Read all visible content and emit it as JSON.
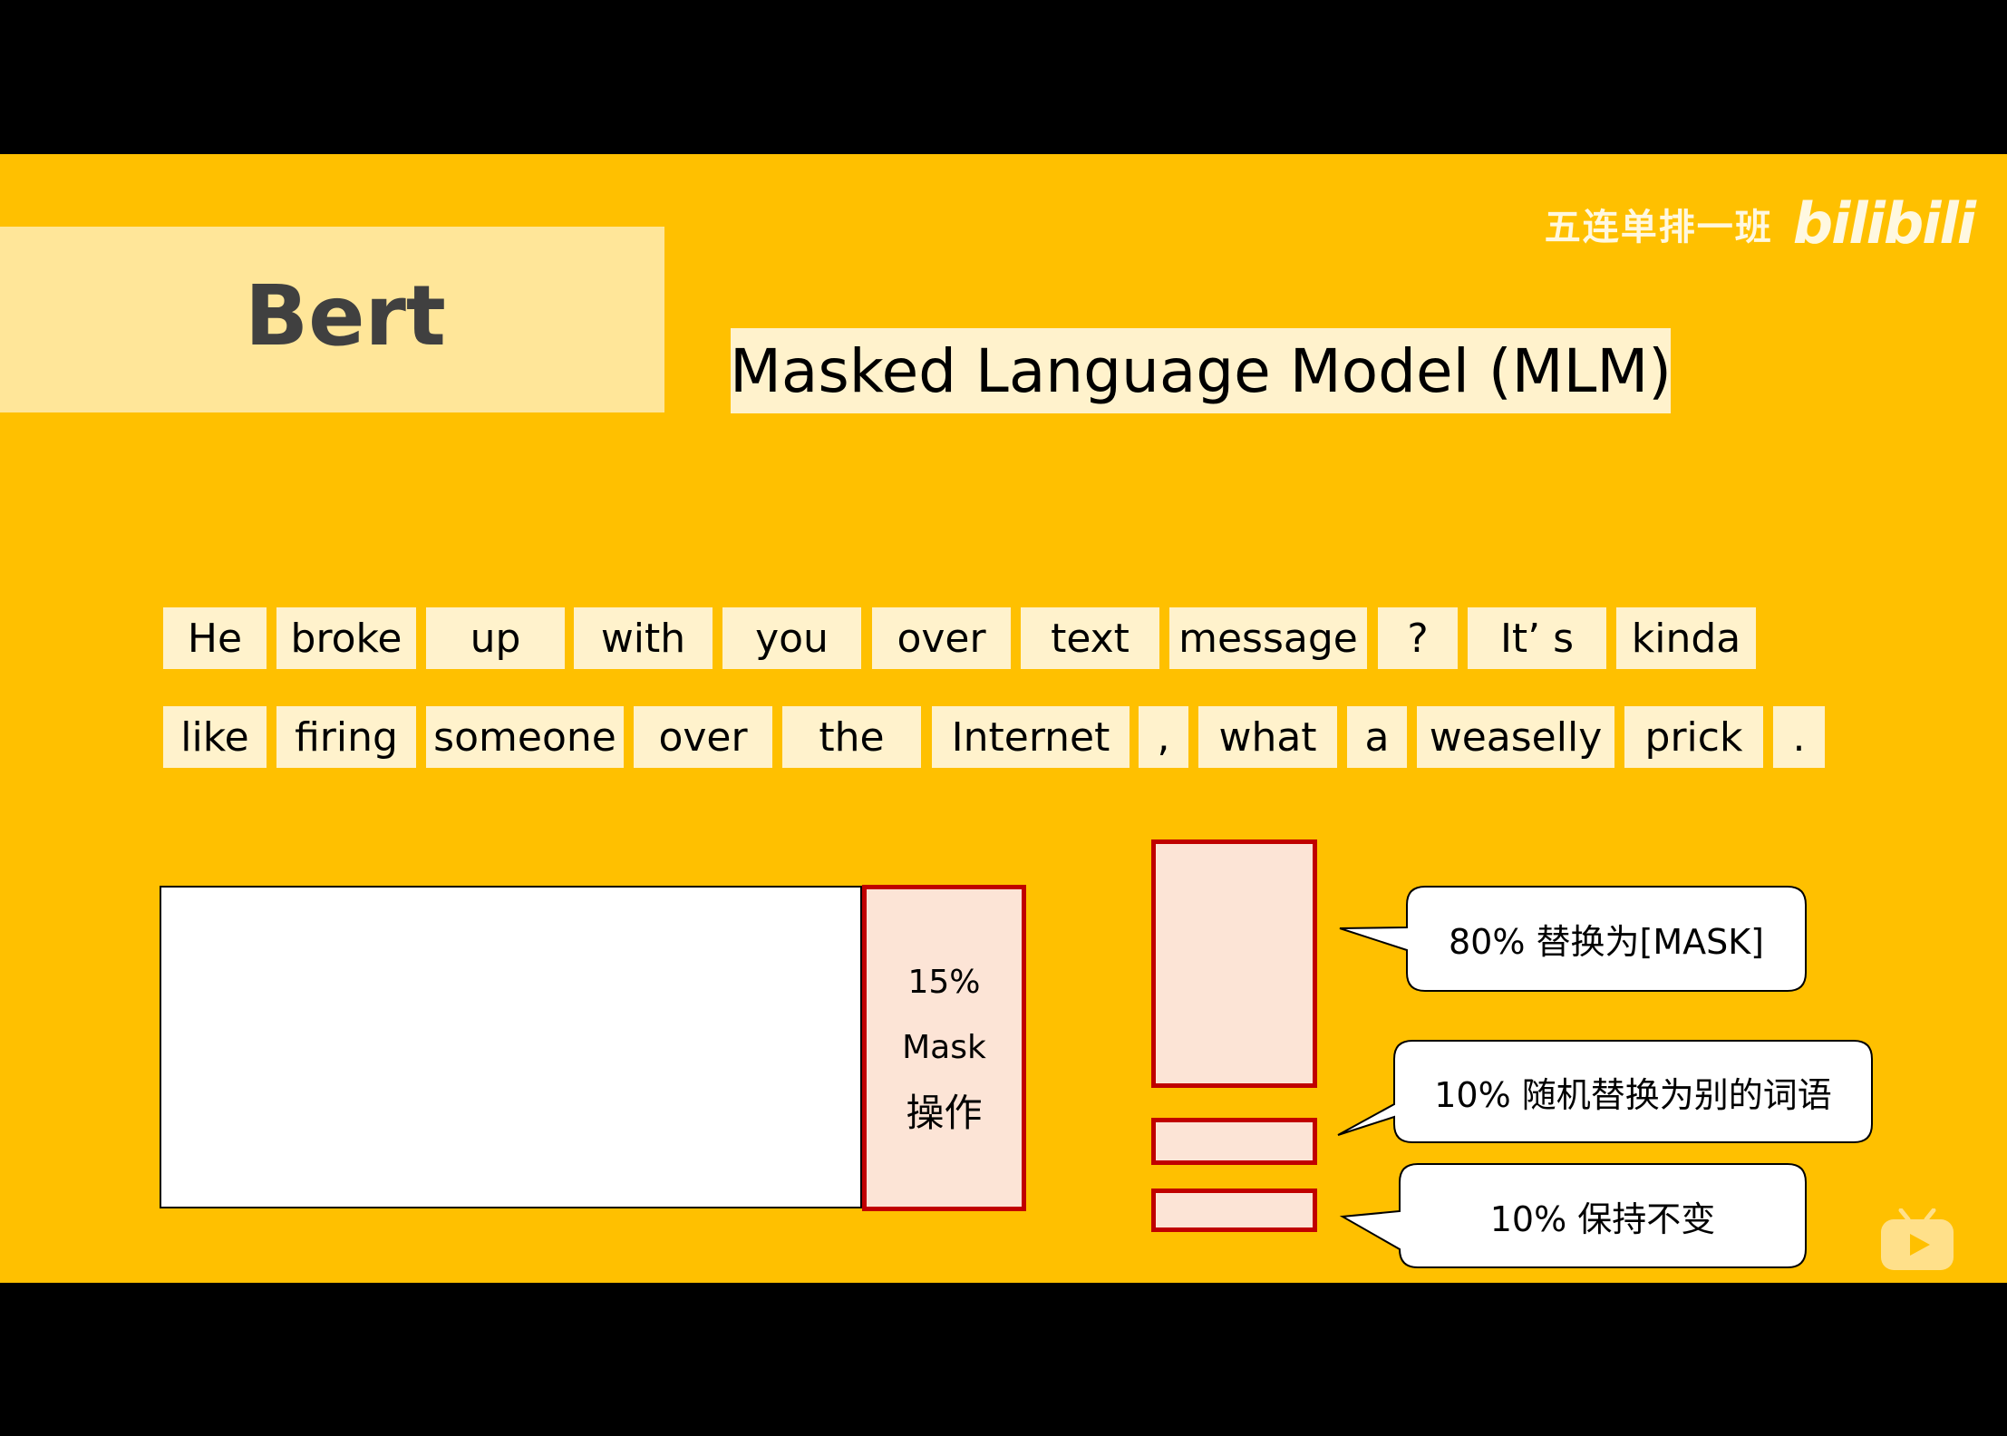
{
  "slide": {
    "title": "Bert",
    "subtitle": "Masked Language Model (MLM)"
  },
  "watermark": {
    "channel": "五连单排一班",
    "logo": "bilibili"
  },
  "sentence": {
    "row1": [
      "He",
      "broke",
      "up",
      "with",
      "you",
      "over",
      "text",
      "message",
      "?",
      "It’ s",
      "kinda"
    ],
    "row2": [
      "like",
      "firing",
      "someone",
      "over",
      "the",
      "Internet",
      ",",
      "what",
      "a",
      "weaselly",
      "prick",
      "."
    ]
  },
  "mask_block": {
    "percent": "15%",
    "label": "Mask",
    "label_cn": "操作"
  },
  "callouts": [
    {
      "text": "80% 替换为[MASK]"
    },
    {
      "text": "10% 随机替换为别的词语"
    },
    {
      "text": "10% 保持不变"
    }
  ],
  "colors": {
    "background": "#FFC000",
    "title_box": "#FFE699",
    "token_box": "#FFF2CC",
    "mask_fill": "#FCE4D6",
    "mask_border": "#C00000",
    "letterbox": "#000000"
  },
  "icons": {
    "player": "tv-play-icon"
  }
}
